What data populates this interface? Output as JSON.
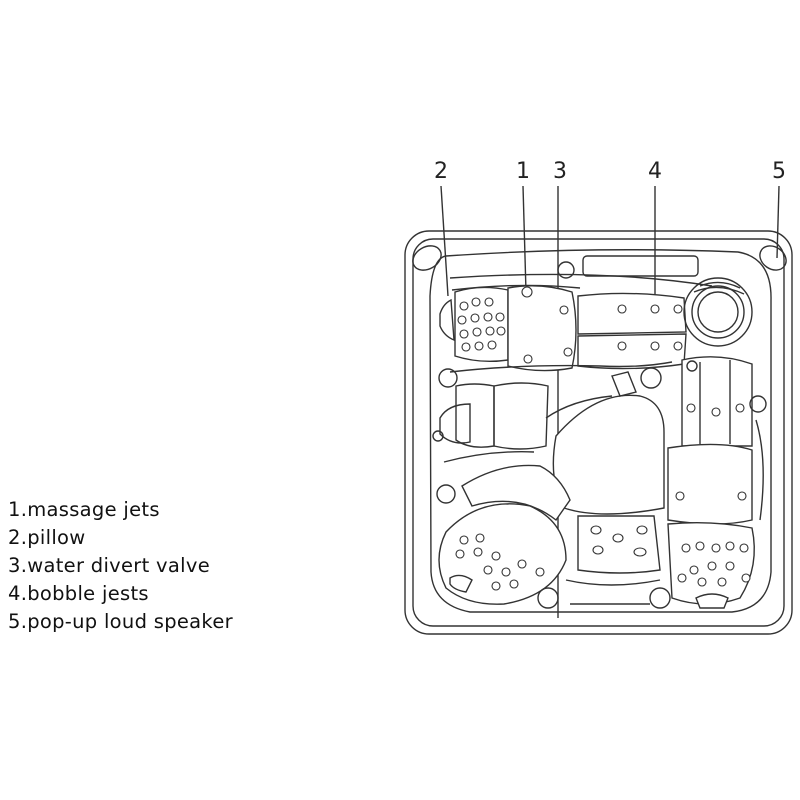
{
  "callouts": [
    "1",
    "2",
    "3",
    "4",
    "5"
  ],
  "legend": [
    "1.massage jets",
    "2.pillow",
    "3.water divert valve",
    "4.bobble jests",
    "5.pop-up loud speaker"
  ]
}
